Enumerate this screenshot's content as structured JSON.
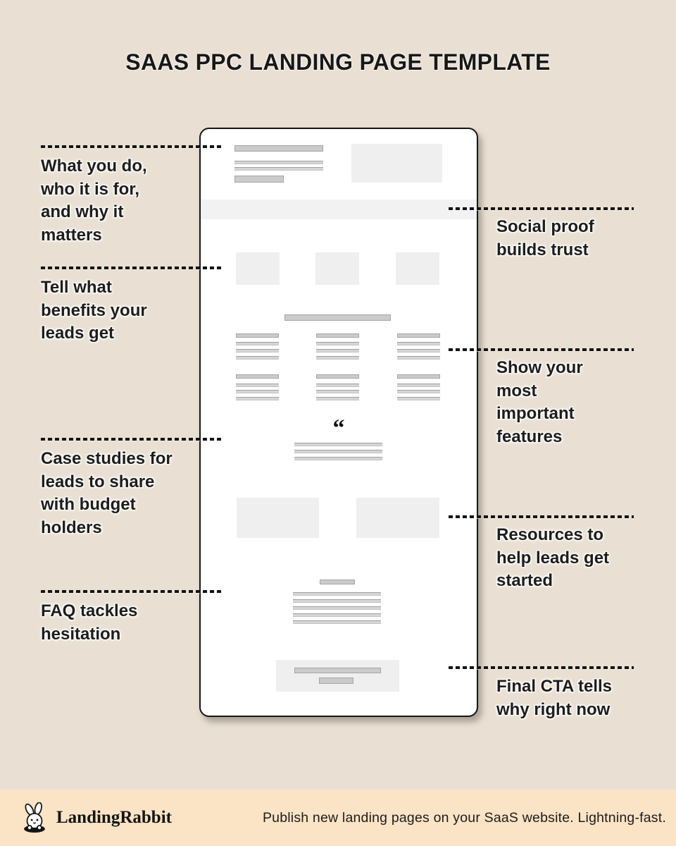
{
  "title": "SAAS PPC LANDING PAGE TEMPLATE",
  "annotations": {
    "left": [
      {
        "label": "What you do, who it is for, and why it matters"
      },
      {
        "label": "Tell what benefits your leads get"
      },
      {
        "label": "Case studies for leads to share with budget holders"
      },
      {
        "label": "FAQ tackles hesitation"
      }
    ],
    "right": [
      {
        "label": "Social proof builds trust"
      },
      {
        "label": "Show your most important features"
      },
      {
        "label": "Resources to help leads get started"
      },
      {
        "label": "Final CTA tells why right now"
      }
    ]
  },
  "wireframe": {
    "quote_mark": "“",
    "sections": [
      "hero",
      "social-proof-strip",
      "logos-row",
      "features-grid",
      "testimonial-quote",
      "resources",
      "faq",
      "final-cta"
    ]
  },
  "footer": {
    "brand": "LandingRabbit",
    "logo_icon": "rabbit-icon",
    "tagline": "Publish new landing pages on your SaaS website. Lightning-fast."
  },
  "colors": {
    "background": "#e9e0d3",
    "footer_band": "#fbe3c5",
    "card_background": "#ffffff",
    "ink": "#1a1a1a",
    "placeholder_dark": "#cbcbcb",
    "placeholder_light": "#efefef",
    "strip": "#f2f2f2"
  }
}
